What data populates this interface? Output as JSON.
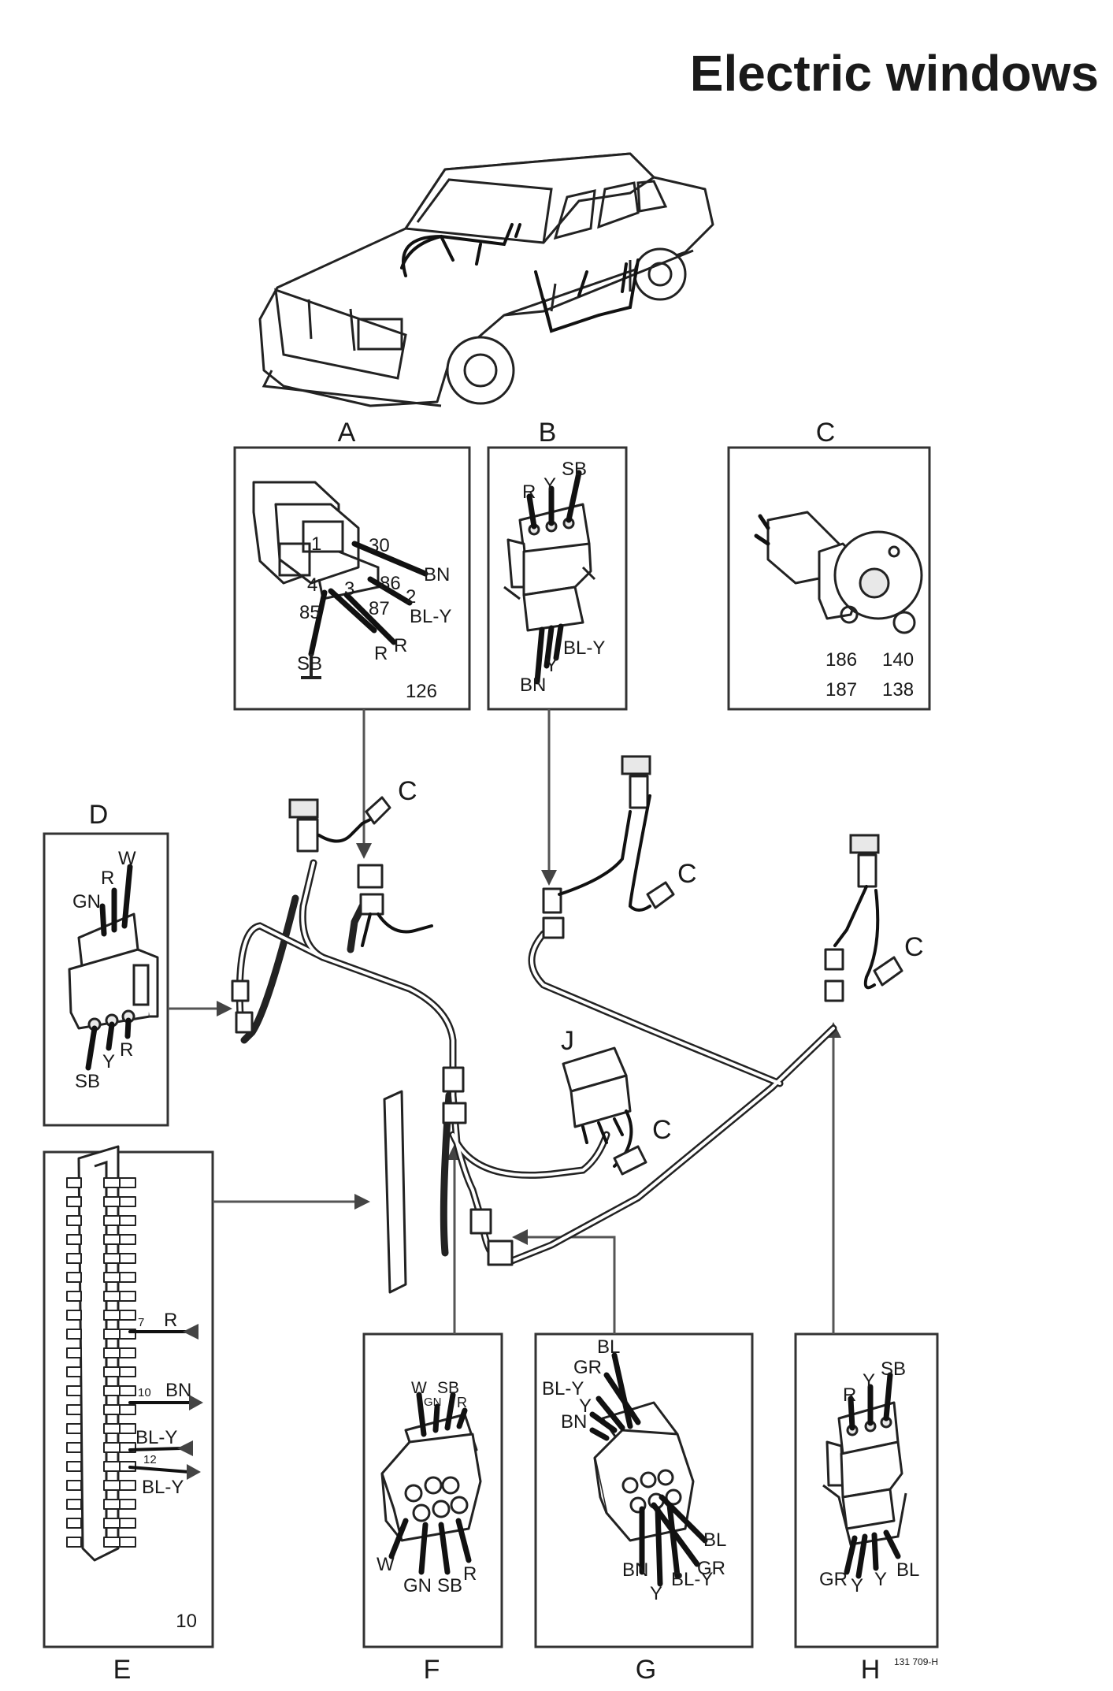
{
  "title": "Electric windows",
  "panels": {
    "A": {
      "letter": "A",
      "number": "126",
      "terminals": [
        "1",
        "30",
        "86",
        "2",
        "4",
        "3",
        "87",
        "85"
      ],
      "wires": [
        "BN",
        "BL-Y",
        "R",
        "R",
        "SB"
      ]
    },
    "B": {
      "letter": "B",
      "wires_top": [
        "R",
        "Y",
        "SB"
      ],
      "wires_bottom": [
        "BL-Y",
        "Y",
        "BN"
      ]
    },
    "C": {
      "letter": "C",
      "numbers": [
        "186",
        "140",
        "187",
        "138"
      ]
    },
    "D": {
      "letter": "D",
      "wires_top": [
        "W",
        "R",
        "GN"
      ],
      "wires_bottom": [
        "R",
        "Y",
        "SB"
      ]
    },
    "E": {
      "letter": "E",
      "number": "10",
      "terminals": [
        "7",
        "10",
        "12"
      ],
      "wires": [
        "R",
        "BN",
        "BL-Y",
        "BL-Y"
      ]
    },
    "F": {
      "letter": "F",
      "wires_top": [
        "W",
        "SB",
        "GN",
        "R"
      ],
      "wires_bottom": [
        "W",
        "GN",
        "SB",
        "R"
      ]
    },
    "G": {
      "letter": "G",
      "wires_top": [
        "BL",
        "GR",
        "BL-Y",
        "Y",
        "BN"
      ],
      "wires_bottom": [
        "BL",
        "GR",
        "BN",
        "Y",
        "BL-Y"
      ]
    },
    "H": {
      "letter": "H",
      "wires_top": [
        "R",
        "Y",
        "SB"
      ],
      "wires_bottom": [
        "BL",
        "GR",
        "Y",
        "Y"
      ]
    }
  },
  "harness_labels": {
    "motor": "C",
    "switch_j": "J"
  },
  "figure_code": "131 709-H"
}
